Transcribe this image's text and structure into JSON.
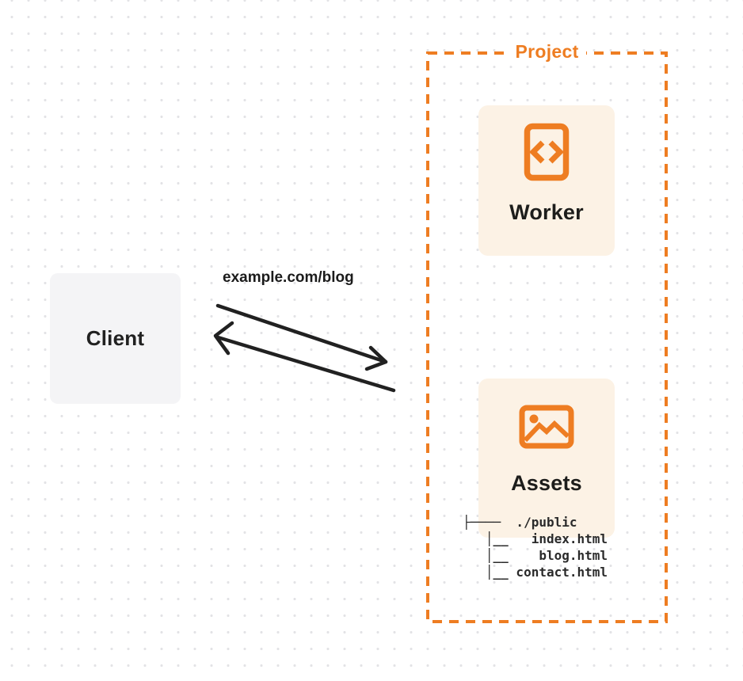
{
  "diagram": {
    "client": {
      "label": "Client"
    },
    "request": {
      "url_label": "example.com/blog"
    },
    "project": {
      "label": "Project",
      "cards": [
        {
          "label": "Worker",
          "icon": "code-document-icon"
        },
        {
          "label": "Assets",
          "icon": "image-icon"
        }
      ],
      "file_tree": {
        "lines": [
          "├────  ./public",
          "   │__   index.html",
          "   │__    blog.html",
          "   │__ contact.html"
        ]
      }
    },
    "colors": {
      "orange": "#EE7D22",
      "card_background": "#FCF2E5",
      "client_background": "#F4F4F6",
      "arrow": "#212121",
      "text_dark": "#1D1D1B",
      "dot_grid": "#E3E3E6"
    }
  }
}
